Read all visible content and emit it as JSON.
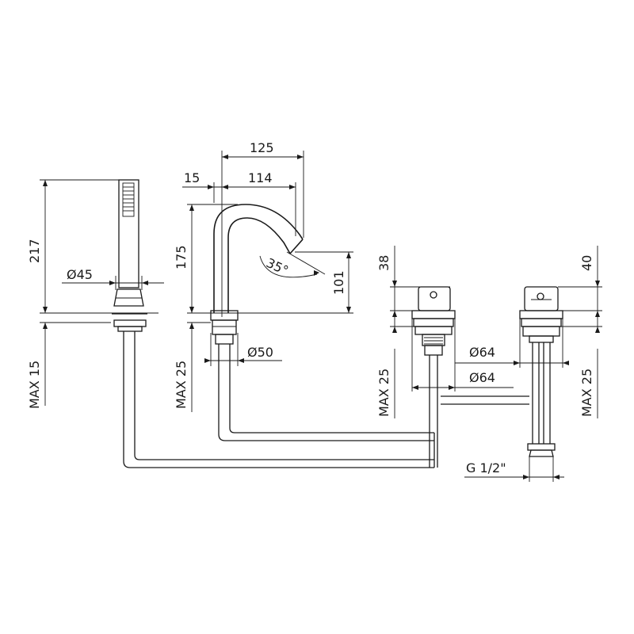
{
  "drawing": {
    "line_color": "#1a1a1a",
    "background": "#ffffff",
    "dimensions": {
      "spout_reach_total": "125",
      "spout_reach": "114",
      "spout_offset": "15",
      "spout_height": "175",
      "spout_outlet_height": "101",
      "spout_angle": "35°",
      "spout_base_diameter": "Ø50",
      "spout_max_below": "MAX 25",
      "shower_height": "217",
      "shower_base_diameter": "Ø45",
      "shower_max_below": "MAX 15",
      "left_handle_height": "38",
      "left_handle_diameter": "Ø64",
      "left_max_below": "MAX 25",
      "right_handle_height": "40",
      "right_handle_diameter": "Ø64",
      "right_max_below": "MAX 25",
      "connection_thread": "G 1/2\""
    }
  }
}
